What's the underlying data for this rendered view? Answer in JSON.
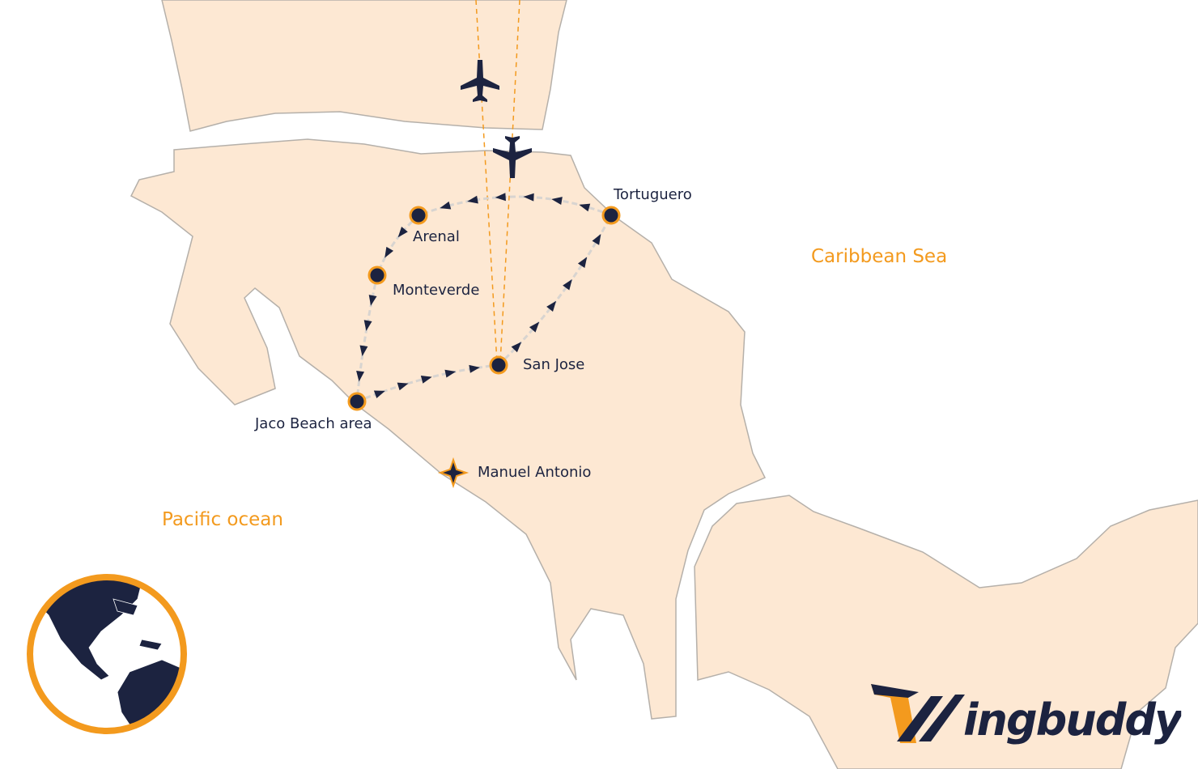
{
  "map": {
    "seas": {
      "caribbean": "Caribbean Sea",
      "pacific": "Pacific ocean"
    },
    "stops": [
      {
        "name": "Tortuguero"
      },
      {
        "name": "Arenal"
      },
      {
        "name": "Monteverde"
      },
      {
        "name": "San Jose"
      },
      {
        "name": "Jaco Beach area"
      }
    ],
    "highlight": {
      "name": "Manuel Antonio",
      "icon": "star-icon"
    },
    "route_order": [
      "San Jose",
      "Tortuguero",
      "Arenal",
      "Monteverde",
      "Jaco Beach area",
      "San Jose"
    ],
    "colors": {
      "land": "#fde8d3",
      "border": "#b5b0aa",
      "navy": "#1c2340",
      "orange": "#f39a1e"
    }
  },
  "logo": {
    "text": "Wingbuddy"
  }
}
